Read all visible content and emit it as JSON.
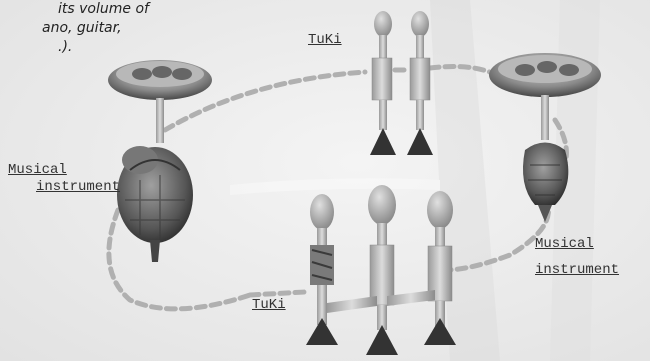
{
  "caption": {
    "lines": [
      "its volume of",
      "ano, guitar,",
      ".)."
    ]
  },
  "labels": {
    "tuki_top": "TuKi",
    "tuki_bottom": "TuKi",
    "instrument_left_line1": "Musical",
    "instrument_left_line2": "instrument",
    "instrument_right_line1": "Musical",
    "instrument_right_line2": "instrument"
  },
  "colors": {
    "cable": "#b5b5b5",
    "device_body": "#c9c9c9",
    "device_dark": "#555555",
    "background": "#ececec"
  }
}
